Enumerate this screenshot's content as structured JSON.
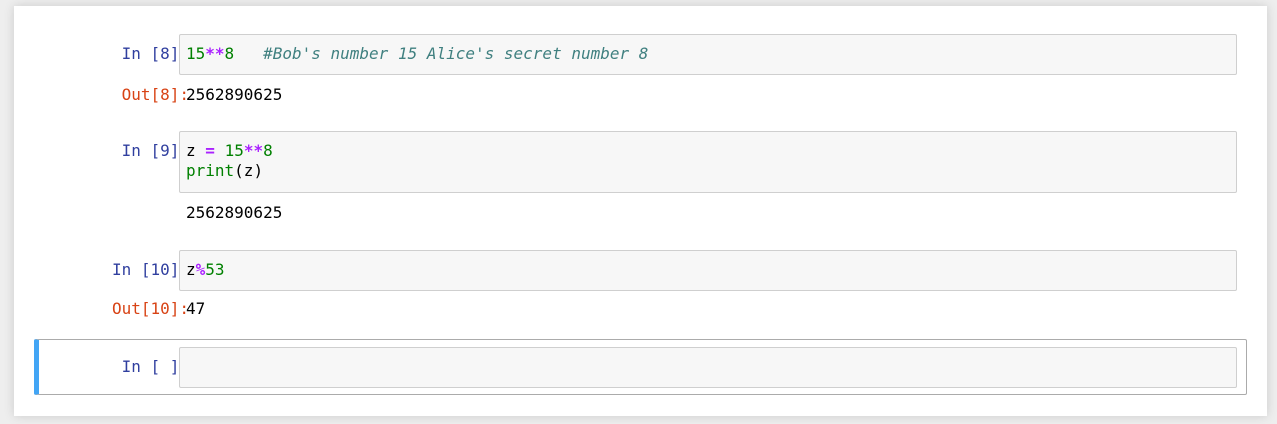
{
  "cells": [
    {
      "in_prompt": "In [8]:",
      "out_prompt": "Out[8]:",
      "code": {
        "n1": "15",
        "op1": "**",
        "n2": "8",
        "sp": "   ",
        "comment": "#Bob's number 15 Alice's secret number 8"
      },
      "output": "2562890625"
    },
    {
      "in_prompt": "In [9]:",
      "code": {
        "var": "z",
        "sp1": " ",
        "op_eq": "=",
        "sp2": " ",
        "n1": "15",
        "op1": "**",
        "n2": "8",
        "fn": "print",
        "args": "(z)"
      },
      "output": "2562890625"
    },
    {
      "in_prompt": "In [10]:",
      "out_prompt": "Out[10]:",
      "code": {
        "var": "z",
        "op": "%",
        "n": "53"
      },
      "output": "47"
    },
    {
      "in_prompt": "In [ ]:",
      "code": ""
    }
  ],
  "colors": {
    "in_prompt": "#303f9f",
    "out_prompt": "#d84315",
    "selected_border": "#42a5f5"
  }
}
